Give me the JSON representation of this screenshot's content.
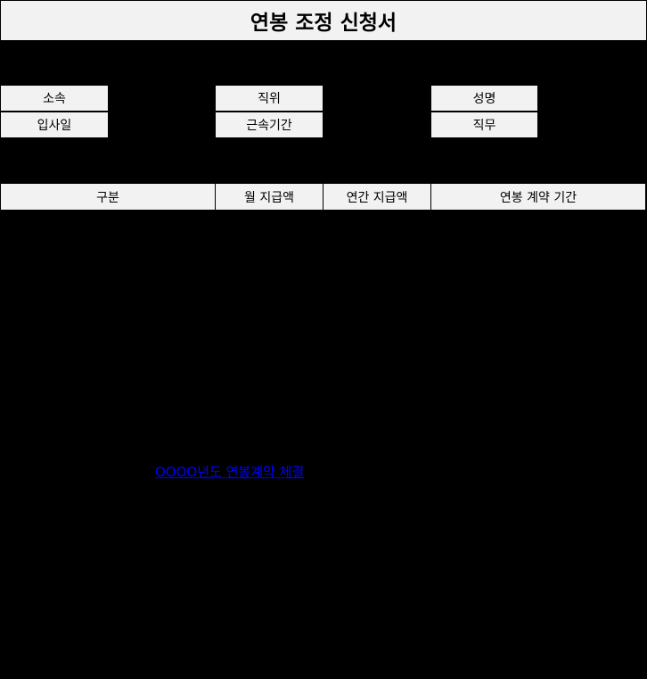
{
  "document": {
    "title": "연봉 조정 신청서"
  },
  "info_labels": {
    "affiliation": "소속",
    "position": "직위",
    "name": "성명",
    "hire_date": "입사일",
    "service_period": "근속기간",
    "job_duty": "직무"
  },
  "salary_table": {
    "headers": [
      "구분",
      "월 지급액",
      "연간 지급액",
      "연봉 계약 기간"
    ]
  },
  "link": {
    "label": "OOOO년도 연봉계약 체결"
  },
  "colors": {
    "background": "#000000",
    "cell_fill": "#f2f2f2",
    "link": "#0000ff"
  }
}
